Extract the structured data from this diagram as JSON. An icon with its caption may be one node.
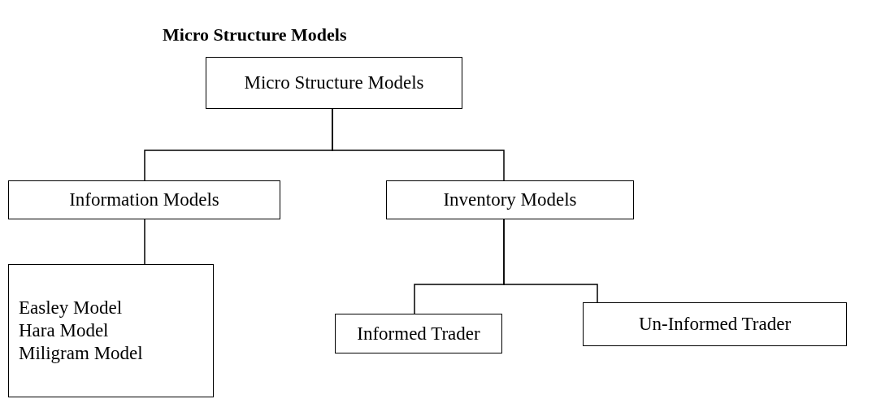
{
  "diagram": {
    "title": "Micro Structure Models",
    "nodes": [
      {
        "text": [
          "Micro Structure Models"
        ]
      },
      {
        "text": [
          "Information Models"
        ]
      },
      {
        "text": [
          "Inventory Models"
        ]
      },
      {
        "text": [
          "Easley Model",
          "Hara Model",
          "Miligram Model"
        ]
      },
      {
        "text": [
          "Informed Trader"
        ]
      },
      {
        "text": [
          "Un-Informed Trader"
        ]
      }
    ],
    "edges": [
      {
        "from": 0,
        "to": 1,
        "arrow": "none"
      },
      {
        "from": 0,
        "to": 2,
        "arrow": "none"
      },
      {
        "from": 1,
        "to": 3,
        "arrow": "none"
      },
      {
        "from": 2,
        "to": 4,
        "arrow": "none"
      },
      {
        "from": 2,
        "to": 5,
        "arrow": "none"
      }
    ]
  }
}
